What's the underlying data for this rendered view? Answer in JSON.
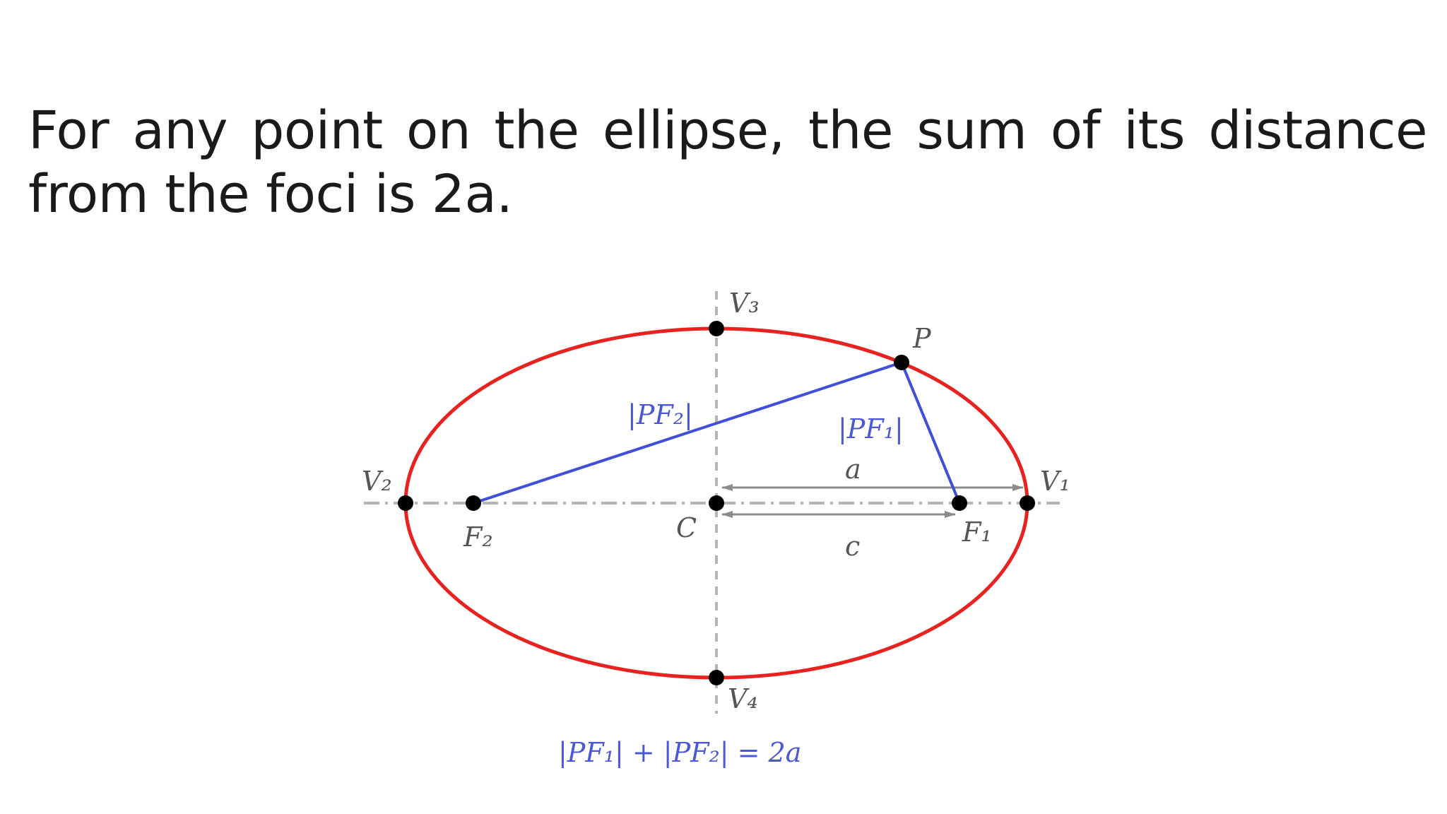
{
  "statement": "For any point on the ellipse, the sum of its distance from the foci is 2a.",
  "figure": {
    "vertex_right": "V₁",
    "vertex_left": "V₂",
    "vertex_top": "V₃",
    "vertex_bottom": "V₄",
    "focus_right": "F₁",
    "focus_left": "F₂",
    "center": "C",
    "point": "P",
    "segment_pf1": "|PF₁|",
    "segment_pf2": "|PF₂|",
    "semi_major": "a",
    "focal_distance": "c",
    "equation": "|PF₁| + |PF₂| = 2a"
  },
  "colors": {
    "ellipse": "#e8221f",
    "focal_segments": "#3f4fd8",
    "axes": "#b5b5b5",
    "measure_arrows": "#8c8c8c",
    "points": "#000000",
    "text": "#1a1a1a"
  }
}
